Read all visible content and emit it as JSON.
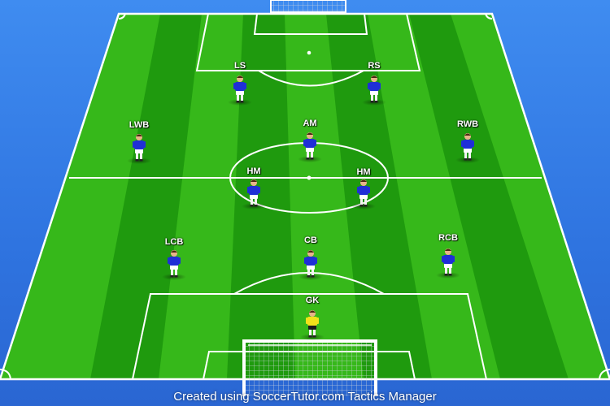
{
  "colors": {
    "background": "#3b82ec",
    "pitch_dark": "#1f9a0e",
    "pitch_light": "#36b81a",
    "lines": "#ffffff",
    "outfield_shirt": "#1f2fd6",
    "goalkeeper_shirt": "#f2e21a"
  },
  "players": [
    {
      "id": "ls",
      "label": "LS",
      "role": "outfield"
    },
    {
      "id": "rs",
      "label": "RS",
      "role": "outfield"
    },
    {
      "id": "lwb",
      "label": "LWB",
      "role": "outfield"
    },
    {
      "id": "am",
      "label": "AM",
      "role": "outfield"
    },
    {
      "id": "rwb",
      "label": "RWB",
      "role": "outfield"
    },
    {
      "id": "hm-left",
      "label": "HM",
      "role": "outfield"
    },
    {
      "id": "hm-right",
      "label": "HM",
      "role": "outfield"
    },
    {
      "id": "lcb",
      "label": "LCB",
      "role": "outfield"
    },
    {
      "id": "cb",
      "label": "CB",
      "role": "outfield"
    },
    {
      "id": "rcb",
      "label": "RCB",
      "role": "outfield"
    },
    {
      "id": "gk",
      "label": "GK",
      "role": "goalkeeper"
    }
  ],
  "credit": "Created using SoccerTutor.com Tactics Manager"
}
